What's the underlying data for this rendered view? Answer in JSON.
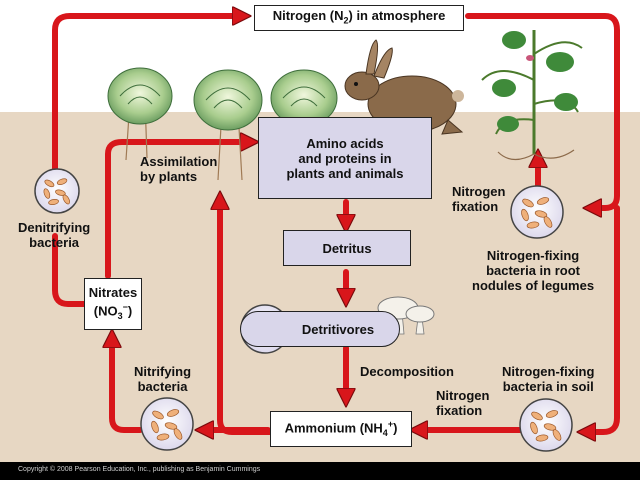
{
  "diagram": {
    "nodes": {
      "atmosphere": {
        "pre": "Nitrogen (N",
        "sub": "2",
        "post": ") in atmosphere"
      },
      "amino": "Amino acids\nand proteins in\nplants and animals",
      "detritus": "Detritus",
      "detritivores": "Detritivores",
      "ammonium": {
        "pre": "Ammonium (NH",
        "sub": "4",
        "sup": "+",
        "post": ")"
      },
      "nitrates": {
        "line1": "Nitrates",
        "pre": "(NO",
        "sub": "3",
        "sup": "−",
        "post": ")"
      }
    },
    "labels": {
      "assimilation": "Assimilation\nby plants",
      "denitrifying": "Denitrifying\nbacteria",
      "nitrogen_fixation_top": "Nitrogen\nfixation",
      "root_nodules": "Nitrogen-fixing\nbacteria in root\nnodules of legumes",
      "decomposition": "Decomposition",
      "nitrogen_fixation_bottom": "Nitrogen\nfixation",
      "soil_bacteria": "Nitrogen-fixing\nbacteria in soil",
      "nitrifying": "Nitrifying\nbacteria"
    },
    "copyright": "Copyright © 2008 Pearson Education, Inc., publishing as Benjamin Cummings"
  },
  "colors": {
    "arrow": "#d8161b",
    "soil": "#e7d7c3",
    "sky": "#ffffff",
    "box_fill": "#d9d6ea",
    "bacteria": "#efb07a"
  },
  "icons": [
    "cabbage-icon",
    "rabbit-icon",
    "bean-plant-icon",
    "mushroom-icon",
    "bacteria-icon"
  ]
}
